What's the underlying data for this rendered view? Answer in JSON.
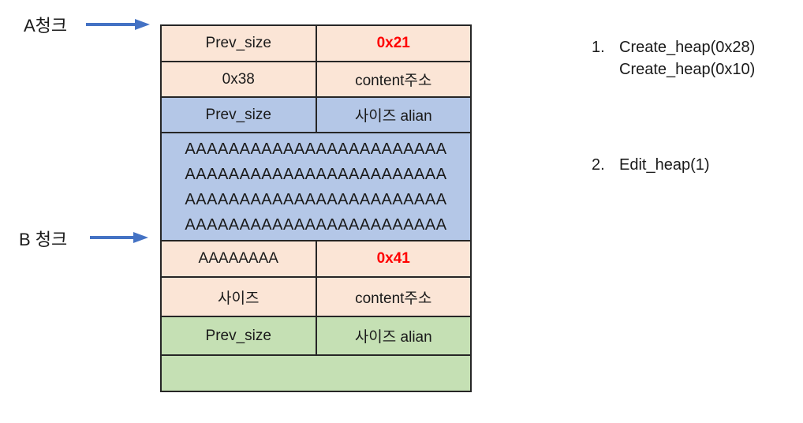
{
  "colors": {
    "cell_peach": "#FBE5D6",
    "cell_blue": "#B4C7E7",
    "cell_green": "#C5E0B4",
    "highlight_red": "#FF0000",
    "arrow_blue": "#4472C4",
    "border_dark": "#262626"
  },
  "labels": {
    "chunk_a": "A청크",
    "chunk_b": "B 청크"
  },
  "heap_table": {
    "rows": [
      {
        "cells": [
          {
            "text": "Prev_size"
          },
          {
            "text": "0x21"
          }
        ]
      },
      {
        "cells": [
          {
            "text": "0x38"
          },
          {
            "text": "content주소"
          }
        ]
      },
      {
        "cells": [
          {
            "text": "Prev_size"
          },
          {
            "text": "사이즈 alian"
          }
        ]
      },
      {
        "lines": [
          "AAAAAAAAAAAAAAAAAAAAAAAA",
          "AAAAAAAAAAAAAAAAAAAAAAAA",
          "AAAAAAAAAAAAAAAAAAAAAAAA",
          "AAAAAAAAAAAAAAAAAAAAAAAA"
        ]
      },
      {
        "cells": [
          {
            "text": "AAAAAAAA"
          },
          {
            "text": "0x41"
          }
        ]
      },
      {
        "cells": [
          {
            "text": "사이즈"
          },
          {
            "text": "content주소"
          }
        ]
      },
      {
        "cells": [
          {
            "text": "Prev_size"
          },
          {
            "text": "사이즈 alian"
          }
        ]
      },
      {
        "empty": ""
      }
    ]
  },
  "steps": [
    {
      "number": "1.",
      "lines": [
        "Create_heap(0x28)",
        "Create_heap(0x10)"
      ]
    },
    {
      "number": "2.",
      "lines": [
        "Edit_heap(1)"
      ]
    }
  ]
}
